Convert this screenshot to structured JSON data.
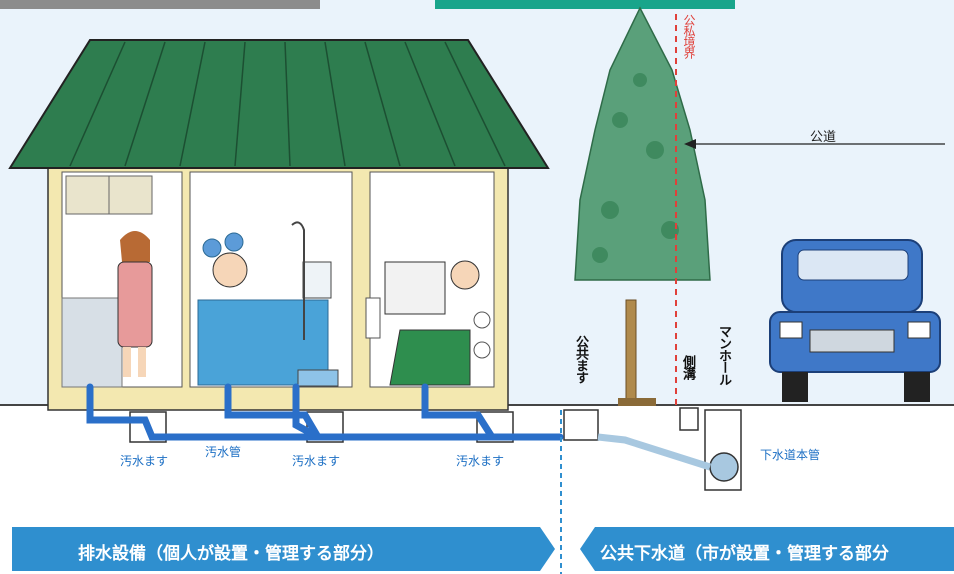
{
  "header": {
    "left_title": "",
    "right_title": ""
  },
  "boundary_label": "公私境界",
  "road_label": "公道",
  "labels": {
    "masu1": "汚水ます",
    "pipe": "汚水管",
    "masu2": "汚水ます",
    "masu3": "汚水ます",
    "public_masu": "公共ます",
    "gutter": "側溝",
    "manhole": "マンホール",
    "main_sewer": "下水道本管"
  },
  "banners": {
    "left": "排水設備（個人が設置・管理する部分）",
    "right": "公共下水道（市が設置・管理する部分"
  },
  "colors": {
    "roof": "#2e7d4f",
    "wall": "#f3e8b0",
    "pipe": "#2a6fc9",
    "public_pipe": "#a8c8e0",
    "banner": "#2f8fcf",
    "boundary": "#e0403a",
    "car": "#3f78c8",
    "tree": "#5aa07a"
  }
}
